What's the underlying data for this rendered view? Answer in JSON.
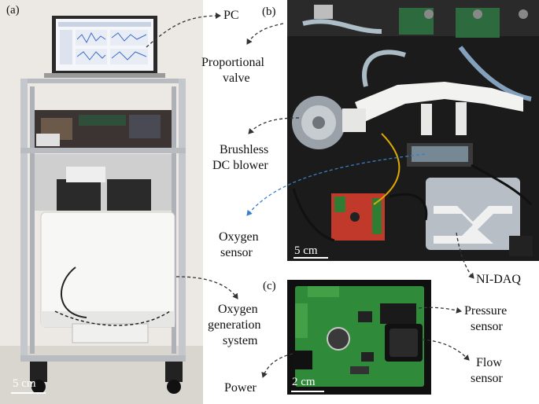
{
  "panels": {
    "a": {
      "label": "(a)",
      "scale": "5 cm"
    },
    "b": {
      "label": "(b)",
      "scale": "5 cm"
    },
    "c": {
      "label": "(c)",
      "scale": "2 cm"
    }
  },
  "annotations": {
    "pc": "PC",
    "proportional_valve_1": "Proportional",
    "proportional_valve_2": "valve",
    "blower_1": "Brushless",
    "blower_2": "DC blower",
    "oxygen_sensor_1": "Oxygen",
    "oxygen_sensor_2": "sensor",
    "oxygen_gen_1": "Oxygen",
    "oxygen_gen_2": "generation",
    "oxygen_gen_3": "system",
    "power": "Power",
    "ni_daq": "NI-DAQ",
    "pressure_1": "Pressure",
    "pressure_2": "sensor",
    "flow_1": "Flow",
    "flow_2": "sensor"
  },
  "colors": {
    "arrow": "#333333",
    "oxygen_sensor_arrow": "#3a7fc4",
    "background": "#ffffff"
  }
}
